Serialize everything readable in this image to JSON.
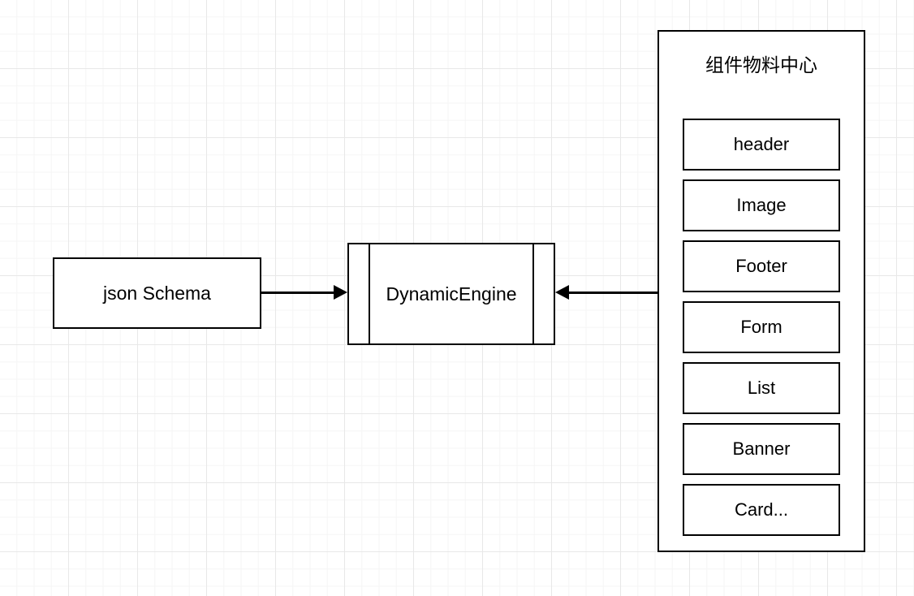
{
  "diagram": {
    "nodes": {
      "json_schema": {
        "label": "json Schema"
      },
      "dynamic_engine": {
        "label": "DynamicEngine"
      },
      "material_center": {
        "title": "组件物料中心",
        "components": [
          {
            "label": "header"
          },
          {
            "label": "Image"
          },
          {
            "label": "Footer"
          },
          {
            "label": "Form"
          },
          {
            "label": "List"
          },
          {
            "label": "Banner"
          },
          {
            "label": "Card..."
          }
        ]
      }
    },
    "edges": [
      {
        "from": "json_schema",
        "to": "dynamic_engine",
        "direction": "right",
        "label": ""
      },
      {
        "from": "material_center",
        "to": "dynamic_engine",
        "direction": "left",
        "label": ""
      }
    ],
    "colors": {
      "stroke": "#000000",
      "fill": "#ffffff",
      "grid_minor": "#f5f5f5",
      "grid_major": "#e8e8e8",
      "text": "#000000"
    }
  }
}
